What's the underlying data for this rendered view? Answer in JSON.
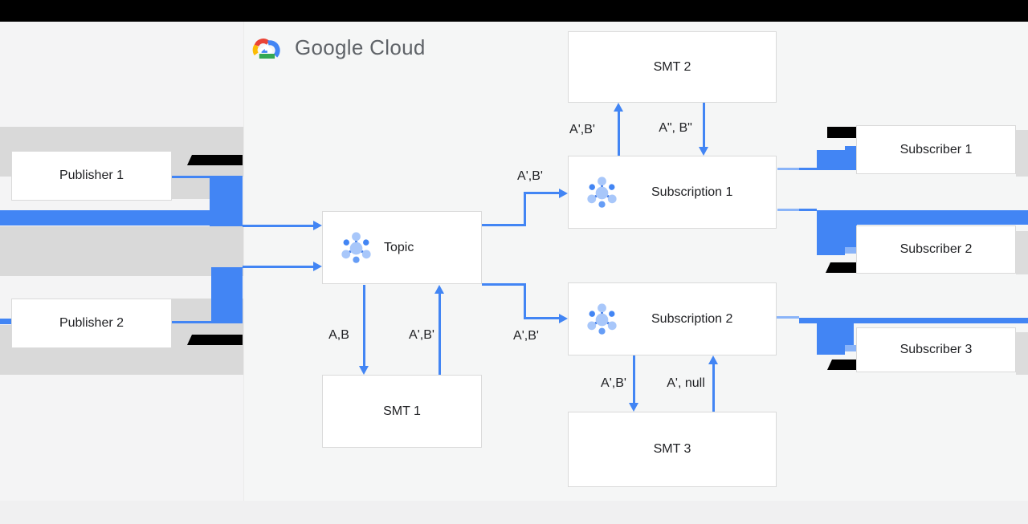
{
  "logo": {
    "text": "Google Cloud"
  },
  "boxes": {
    "publisher1": "Publisher 1",
    "publisher2": "Publisher 2",
    "topic": "Topic",
    "smt1": "SMT 1",
    "smt2": "SMT 2",
    "smt3": "SMT 3",
    "subscription1": "Subscription 1",
    "subscription2": "Subscription 2",
    "subscriber1": "Subscriber 1",
    "subscriber2": "Subscriber 2",
    "subscriber3": "Subscriber 3"
  },
  "edges": {
    "topic_to_subscription1": "A',B'",
    "topic_to_subscription2": "A',B'",
    "subscription1_to_smt2": "A',B'",
    "smt2_to_subscription1": "A\", B\"",
    "topic_to_smt1": "A,B",
    "smt1_to_topic": "A',B'",
    "subscription2_to_smt3": "A',B'",
    "smt3_to_subscription2": "A', null"
  },
  "icons": {
    "logo": "google-cloud-logo",
    "topic": "pubsub-topic-icon",
    "subscription1": "pubsub-subscription-icon",
    "subscription2": "pubsub-subscription-icon"
  },
  "colors": {
    "arrow_blue": "#4285f4",
    "light_arrow_blue": "#8ab4f8",
    "icon_light_blue": "#a8c7fa",
    "icon_medium_blue": "#669df6",
    "band_gray": "#d9d9d9",
    "box_border_gray": "#dadada",
    "shadow_gray": "#dcdcdc",
    "background": "#f5f6f6",
    "footer_strip": "#f0f0f1",
    "top_bar": "#000000",
    "logo_text_gray": "#5f6368",
    "label_text": "#202124"
  }
}
